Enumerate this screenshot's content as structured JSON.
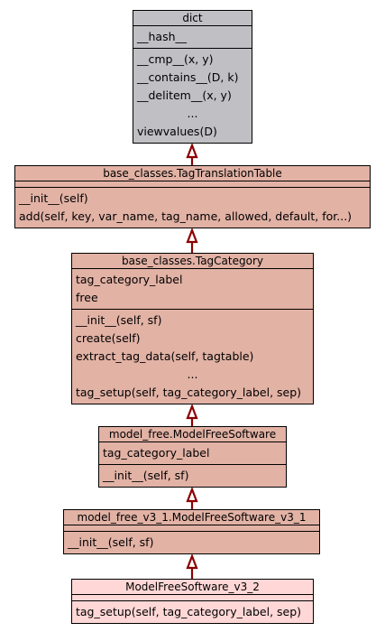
{
  "diagram": {
    "classes": [
      {
        "id": "dict",
        "name": "dict",
        "fill": "#c0bfc4",
        "attributes": [
          "__hash__"
        ],
        "methods": [
          "__cmp__(x, y)",
          "__contains__(D, k)",
          "__delitem__(x, y)",
          "...",
          "viewvalues(D)"
        ]
      },
      {
        "id": "tag-translation-table",
        "name": "base_classes.TagTranslationTable",
        "fill": "#e2b2a5",
        "attributes": [],
        "methods": [
          "__init__(self)",
          "add(self, key, var_name, tag_name, allowed, default, for...)"
        ]
      },
      {
        "id": "tag-category",
        "name": "base_classes.TagCategory",
        "fill": "#e2b2a5",
        "attributes": [
          "tag_category_label",
          "free"
        ],
        "methods": [
          "__init__(self, sf)",
          "create(self)",
          "extract_tag_data(self, tagtable)",
          "...",
          "tag_setup(self, tag_category_label, sep)"
        ]
      },
      {
        "id": "model-free-software",
        "name": "model_free.ModelFreeSoftware",
        "fill": "#e2b2a5",
        "attributes": [
          "tag_category_label"
        ],
        "methods": [
          "__init__(self, sf)"
        ]
      },
      {
        "id": "model-free-software-v3-1",
        "name": "model_free_v3_1.ModelFreeSoftware_v3_1",
        "fill": "#e2b2a5",
        "attributes": [],
        "methods": [
          "__init__(self, sf)"
        ]
      },
      {
        "id": "model-free-software-v3-2",
        "name": "ModelFreeSoftware_v3_2",
        "fill": "#fed7d6",
        "attributes": [],
        "methods": [
          "tag_setup(self, tag_category_label, sep)"
        ]
      }
    ],
    "inheritance": [
      {
        "child": "tag-translation-table",
        "parent": "dict"
      },
      {
        "child": "tag-category",
        "parent": "tag-translation-table"
      },
      {
        "child": "model-free-software",
        "parent": "tag-category"
      },
      {
        "child": "model-free-software-v3-1",
        "parent": "model-free-software"
      },
      {
        "child": "model-free-software-v3-2",
        "parent": "model-free-software-v3-1"
      }
    ],
    "arrow_color": "#8b0000"
  }
}
